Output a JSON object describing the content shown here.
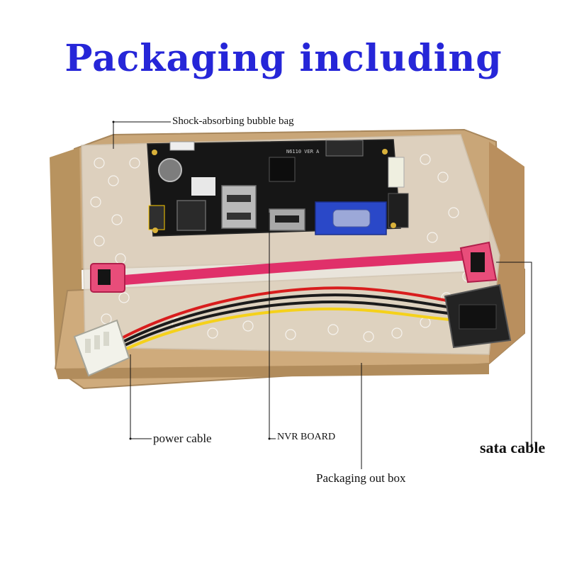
{
  "headline": "Packaging including",
  "labels": {
    "bubble_bag": "Shock-absorbing bubble bag",
    "power_cable": "power cable",
    "nvr_board": "NVR BOARD",
    "sata_cable": "sata cable",
    "out_box": "Packaging out box"
  },
  "board": {
    "model_marking": "N6110 VER A"
  },
  "colors": {
    "headline": "#2626d8",
    "box": "#c8a577",
    "sata_cable": "#e0306a",
    "vga_port": "#2a48c8",
    "board": "#161616"
  }
}
